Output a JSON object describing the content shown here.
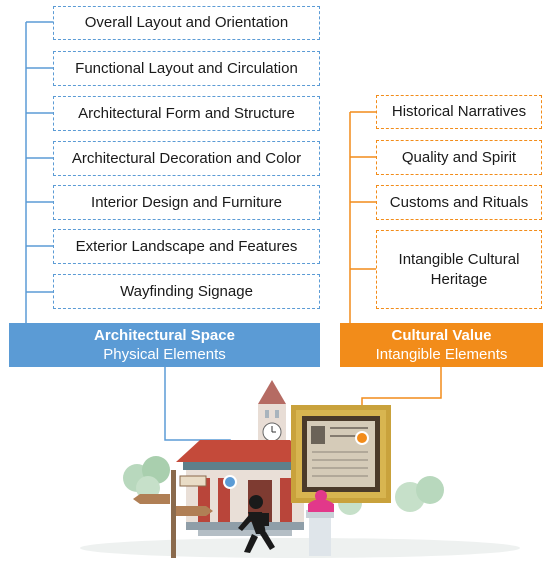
{
  "architectural_space": {
    "title": "Architectural Space",
    "subtitle": "Physical Elements",
    "color": "#5b9bd5",
    "items": [
      "Overall Layout and Orientation",
      "Functional Layout and Circulation",
      "Architectural Form and Structure",
      "Architectural Decoration and Color",
      "Interior Design and Furniture",
      "Exterior Landscape and Features",
      "Wayfinding Signage"
    ]
  },
  "cultural_value": {
    "title": "Cultural Value",
    "subtitle": "Intangible Elements",
    "color": "#f28c1a",
    "items": [
      "Historical  Narratives",
      "Quality and Spirit",
      "Customs and Rituals",
      "Intangible Cultural Heritage"
    ]
  }
}
